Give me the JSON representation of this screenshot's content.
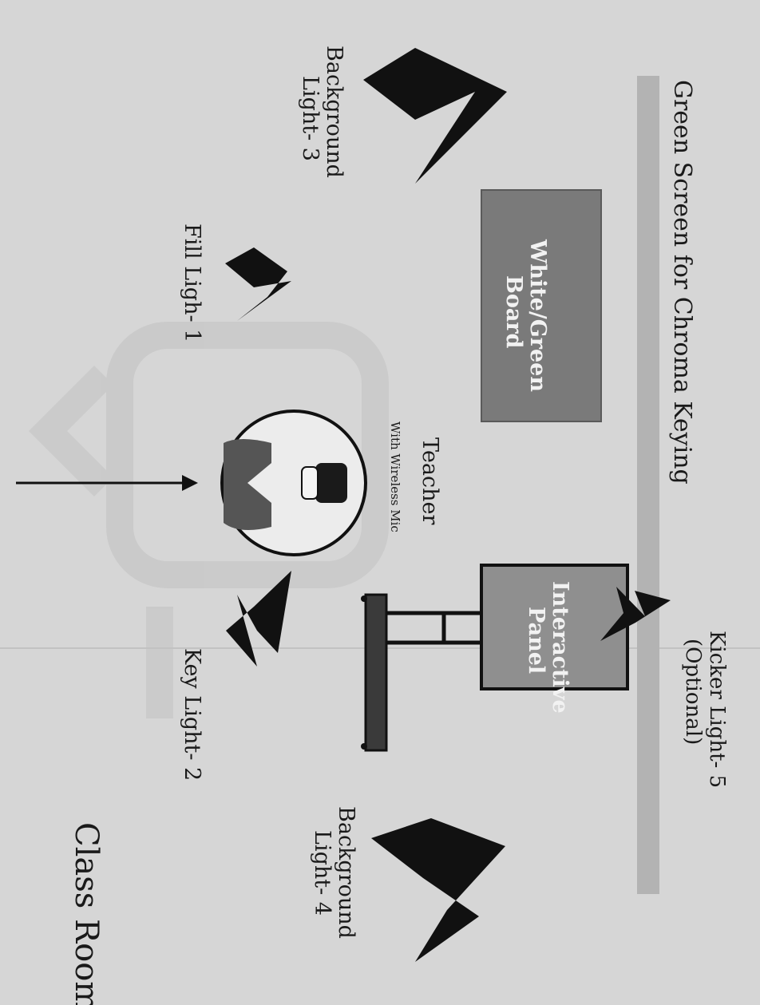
{
  "labels": {
    "green_screen": "Green Screen for Chroma Keying",
    "white_board": "White/Green",
    "white_board_2": "Board",
    "interactive_panel": "Interactive",
    "interactive_panel_2": "Panel",
    "kicker_light": "Kicker Light- 5",
    "kicker_light_2": "(Optional)",
    "background_light_3": "Background",
    "background_light_3_2": "Light- 3",
    "background_light_4": "Background",
    "background_light_4_2": "Light- 4",
    "fill_light": "Fill Ligh- 1",
    "key_light": "Key Light- 2",
    "teacher": "Teacher",
    "teacher_sub": "With Wireless Mic",
    "class_room": "Class Room"
  },
  "colors": {
    "background": "#d6d6d6",
    "green_screen_bar": "#b3b3b3",
    "white_board_fill": "#7a7a7a",
    "panel_fill": "#8f8f8f",
    "light_fixture": "#111111",
    "teacher_circle_fill": "#ececec",
    "teacher_body": "#555555",
    "desk_top": "#3a3a3a",
    "watermark": "#c4c4c4"
  },
  "icons": {
    "lights": "spotlight-icon",
    "teacher": "teacher-avatar-icon",
    "camera_direction": "arrow-right-icon"
  }
}
